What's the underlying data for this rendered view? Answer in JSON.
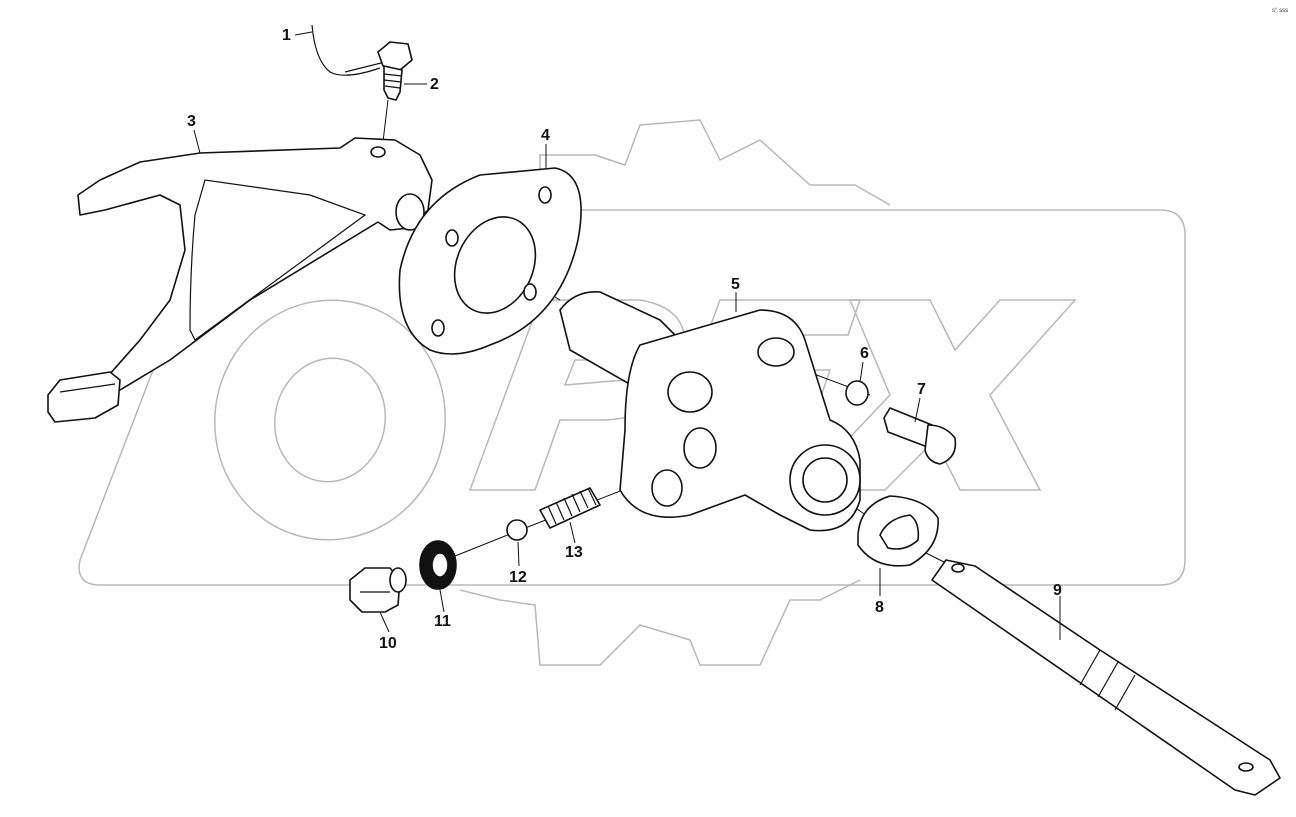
{
  "corner_code": "s° sss",
  "watermark": "OPEX",
  "callouts": [
    {
      "id": "1",
      "label": "1"
    },
    {
      "id": "2",
      "label": "2"
    },
    {
      "id": "3",
      "label": "3"
    },
    {
      "id": "4",
      "label": "4"
    },
    {
      "id": "5",
      "label": "5"
    },
    {
      "id": "6",
      "label": "6"
    },
    {
      "id": "7",
      "label": "7"
    },
    {
      "id": "8",
      "label": "8"
    },
    {
      "id": "9",
      "label": "9"
    },
    {
      "id": "10",
      "label": "10"
    },
    {
      "id": "11",
      "label": "11"
    },
    {
      "id": "12",
      "label": "12"
    },
    {
      "id": "13",
      "label": "13"
    }
  ]
}
